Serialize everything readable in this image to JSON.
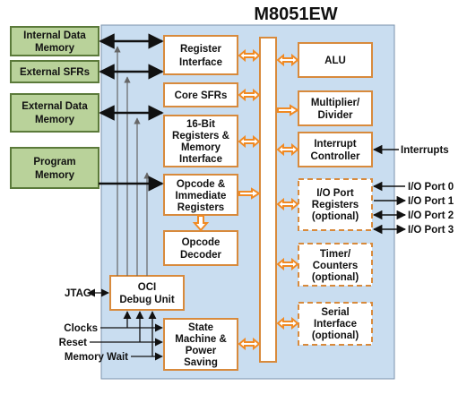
{
  "title": "M8051EW",
  "external_blocks": {
    "internal_data_memory": [
      "Internal Data",
      "Memory"
    ],
    "external_sfrs": [
      "External SFRs"
    ],
    "external_data_memory": [
      "External Data",
      "Memory"
    ],
    "program_memory": [
      "Program",
      "Memory"
    ]
  },
  "core_blocks": {
    "register_interface": [
      "Register",
      "Interface"
    ],
    "core_sfrs": [
      "Core SFRs"
    ],
    "registers_memory_interface": [
      "16-Bit",
      "Registers &",
      "Memory",
      "Interface"
    ],
    "opcode_immediate_registers": [
      "Opcode &",
      "Immediate",
      "Registers"
    ],
    "opcode_decoder": [
      "Opcode",
      "Decoder"
    ],
    "oci_debug_unit": [
      "OCI",
      "Debug Unit"
    ],
    "state_machine": [
      "State",
      "Machine &",
      "Power",
      "Saving"
    ],
    "alu": [
      "ALU"
    ],
    "multiplier_divider": [
      "Multiplier/",
      "Divider"
    ],
    "interrupt_controller": [
      "Interrupt",
      "Controller"
    ],
    "io_port_registers": [
      "I/O Port",
      "Registers",
      "(optional)"
    ],
    "timer_counters": [
      "Timer/",
      "Counters",
      "(optional)"
    ],
    "serial_interface": [
      "Serial",
      "Interface",
      "(optional)"
    ]
  },
  "signals": {
    "interrupts": "Interrupts",
    "io_ports": [
      "I/O Port 0",
      "I/O Port 1",
      "I/O Port 2",
      "I/O Port 3"
    ],
    "jtag": "JTAG",
    "clocks": "Clocks",
    "reset": "Reset",
    "memory_wait": "Memory Wait"
  },
  "colors": {
    "core_background": "#c9ddf0",
    "external_fill": "#b9d29a",
    "external_border": "#5b7a3a",
    "block_fill": "#ffffff",
    "block_border": "#d88a3c",
    "arrow_orange": "#f08a24",
    "bus_line": "#111111",
    "debug_line": "#666666"
  }
}
